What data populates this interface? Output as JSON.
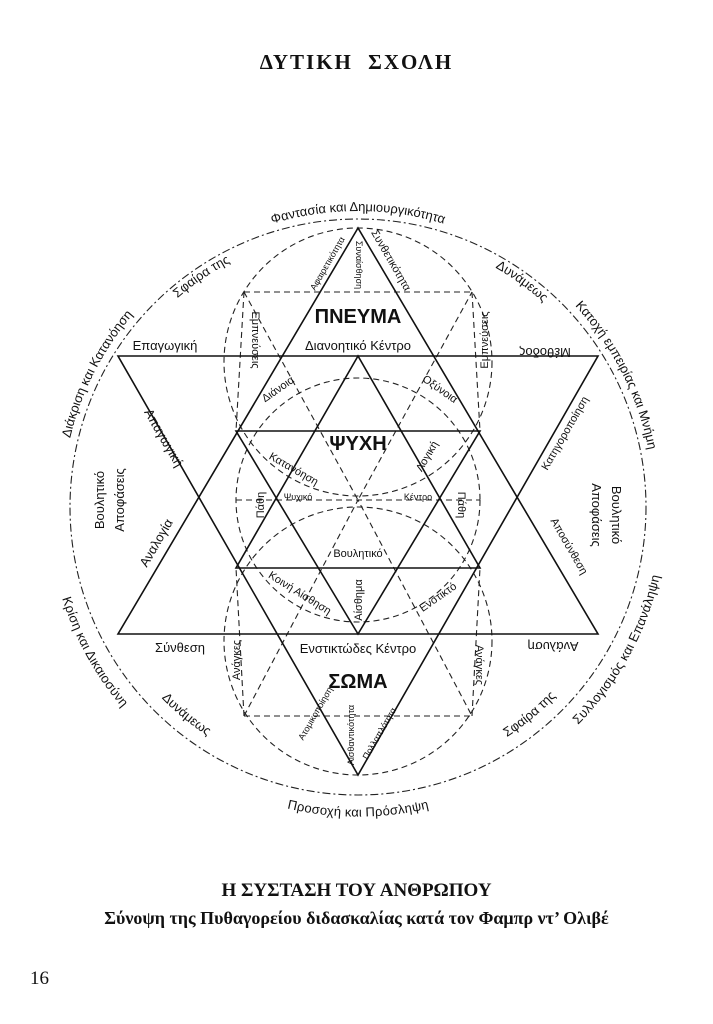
{
  "header": "ΔΥΤΙΚΗ ΣΧΟΛΗ",
  "diagram": {
    "centers": {
      "spirit": "ΠΝΕΥΜΑ",
      "soul": "ΨΥΧΗ",
      "body": "ΣΩΜΑ"
    },
    "outer": {
      "top": "Φαντασία και Δημιουργικότητα",
      "upper_left": "Διάκριση και Κατανόηση",
      "upper_right": "Κατοχή εμπειρίας και Μνήμη",
      "lower_left": "Κρίση και Δικαιοσύνη",
      "lower_right": "Συλλογισμός και Επανάληψη",
      "bottom": "Προσοχή και Πρόσληψη",
      "inner_upper_left": "Σφαίρα της",
      "inner_upper_right": "Δυνάμεως",
      "inner_lower_left": "Δυνάμεως",
      "inner_lower_right": "Σφαίρα της"
    },
    "labels": {
      "induction": "Επαγωγική",
      "method": "Μέθοδος",
      "intellect_center": "Διανοητικό Κέντρο",
      "deduction": "Απαγωγική",
      "analogy": "Αναλογία",
      "categorization": "Κατηγοροποίηση",
      "decomposition": "Αποσύνθεση",
      "volitional_left": "Βουλητικό",
      "decisions_left": "Αποφάσεις",
      "volitional_right": "Βουλητικό",
      "decisions_right": "Αποφάσεις",
      "abstraction": "Αφαιρετικότητα",
      "consciousness": "Συναίσθηση",
      "synthesis_ability": "Συνθετικότητα",
      "inspirations_left": "Εμπνεύσεις",
      "inspirations_right": "Εμπνεύσεις",
      "mind": "Διάνοια",
      "acuity": "Οξύνοια",
      "understanding": "Κατανόηση",
      "logic": "Λογική",
      "passions_left": "Πάθη",
      "passions_right": "Πάθη",
      "psychic": "Ψυχικό",
      "center": "Κέντρο",
      "volitional_mid": "Βουλητικό",
      "feeling": "Αίσθημα",
      "common_sense": "Κοινή Αίσθηση",
      "instinct": "Ενστικτό",
      "synthesis": "Σύνθεση",
      "instinctive_center": "Ενστικτώδες Κέντρο",
      "analysis": "Ανάλυση",
      "needs_left": "Ανάγκες",
      "needs_right": "Ανάγκες",
      "individualization": "Ατομικοποίηση",
      "sensitivity": "Αισθαντικότητα",
      "multiplicity": "Πολλαπλότητα"
    }
  },
  "caption": {
    "title": "Η ΣΥΣΤΑΣΗ ΤΟΥ ΑΝΘΡΩΠΟΥ",
    "subtitle": "Σύνοψη της Πυθαγορείου διδασκαλίας κατά τον Φαμπρ ντ’ Ολιβέ"
  },
  "page_number": "16"
}
